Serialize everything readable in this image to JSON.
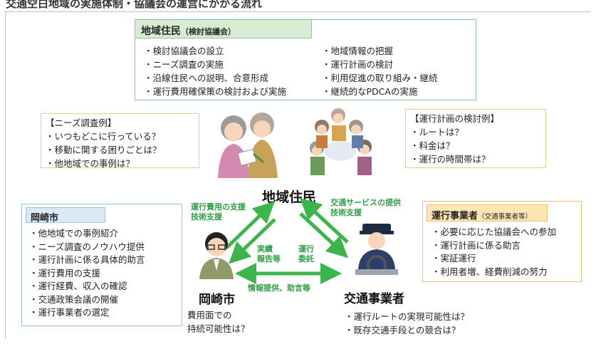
{
  "heading": "交通空白地域の実施体制・協議会の運営にかかる流れ",
  "residents_box": {
    "title": "地域住民",
    "title_sub": "（検討協議会）",
    "left_items": [
      "・検討協議会の設立",
      "・ニーズ調査の実施",
      "・沿線住民への説明、合意形成",
      "・運行費用確保策の検討および実施"
    ],
    "right_items": [
      "・地域情報の把握",
      "・運行計画の検討",
      "・利用促進の取り組み・継続",
      "・継続的なPDCAの実施"
    ]
  },
  "needs_box": {
    "title": "【ニーズ調査例】",
    "items": [
      "・いつもどこに行っている？",
      "・移動に関する困りごとは？",
      "・他地域での事例は？"
    ]
  },
  "plan_box": {
    "title": "【運行計画の検討例】",
    "items": [
      "・ルートは？",
      "・料金は？",
      "・運行の時間帯は？"
    ]
  },
  "center_label": "地域住民",
  "city_box": {
    "title": "岡崎市",
    "items": [
      "・他地域での事例紹介",
      "・ニーズ調査のノウハウ提供",
      "・運行計画に係る具体的助言",
      "・運行費用の支援",
      "・運行経費、収入の確認",
      "・交通政策会議の開催",
      "・運行事業者の選定"
    ]
  },
  "operator_box": {
    "title": "運行事業者",
    "title_sub": "（交通事業者等）",
    "items": [
      "・必要に応じた協議会への参加",
      "・運行計画に係る助言",
      "・実証運行",
      "・利用者増、経費削減の努力"
    ]
  },
  "arrows": {
    "city_to_residents": [
      "運行費用の支援",
      "技術支援"
    ],
    "operator_to_residents": [
      "交通サービスの提供",
      "技術支援"
    ],
    "operator_to_city": [
      "実績",
      "報告等"
    ],
    "city_to_operator": [
      "運行",
      "委託"
    ],
    "between_bottom": "情報提供、助言等"
  },
  "city_label": "岡崎市",
  "city_question": [
    "費用面での",
    "持続可能性は？"
  ],
  "operator_label": "交通事業者",
  "operator_questions": [
    "・運行ルートの実現可能性は？",
    "・既存交通手段との競合は？"
  ],
  "colors": {
    "green_arrow": "#3cb54a",
    "resident_title_bg": "#d8ecd4",
    "city_title_bg": "#dbe9f5",
    "operator_title_bg": "#fde6b4",
    "needs_border": "#e2d38a"
  }
}
